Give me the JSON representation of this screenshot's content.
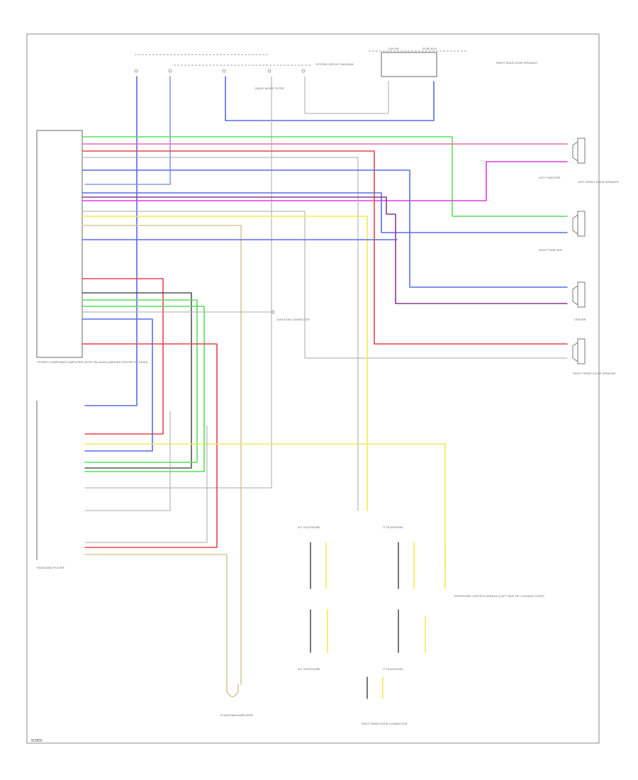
{
  "labels": {
    "footer_code": "W3856",
    "stereo_unit_label": "STEREO COMPONENT AMPLIFIER (WITH JBL AUDIO) (BEHIND CENTER OF DASH)",
    "radio_unit_label": "RADIO AND PLAYER",
    "right_front_speaker_label": "RIGHT FRONT DOOR SPEAKER",
    "left_front_speaker_label": "LEFT FRONT DOOR SPEAKER",
    "left_tweeter_label": "LEFT TWEETER",
    "right_tweeter_label": "RIGHT TWEETER",
    "center_speaker_label": "CENTER",
    "right_rear_door_label": "RIGHT REAR DOOR SPEAKER",
    "junction_connector_label": "JUNCTION CONNECTOR",
    "telephone_left_top": "ILE TELEPHONE",
    "telephone_right_top": "IT TELEPHONE",
    "telephone_left_bottom": "ILE TELEPHONE",
    "telephone_right_bottom": "IT TELEPHONE",
    "telephone_module_label": "TELEPHONE CONTROL MODULE (LEFT SIDE OF LUGGAGE COMP)",
    "power_source_label": "RADIO NOISE FILTER",
    "fuse_box_label": "SYSTEM CIRCUIT DIAGRAM",
    "right_rear_connector_label": "RIGHT REAR DOOR CONNECTOR",
    "antenna_label": "TV ANTENNA AMPLIFIER",
    "relay_note": "IGN SW",
    "relay_note_2": "FUSE BOX"
  },
  "colors": {
    "red": "#e8434f",
    "pink": "#f06aa8",
    "magenta": "#e03ce0",
    "green": "#55e05a",
    "blue": "#5a6ae8",
    "purple": "#8a3a8a",
    "yellow": "#f0ec50",
    "tan": "#d8c89a",
    "dark": "#555555",
    "grey": "#aaaaaa",
    "light_blue": "#8a9ae8"
  }
}
